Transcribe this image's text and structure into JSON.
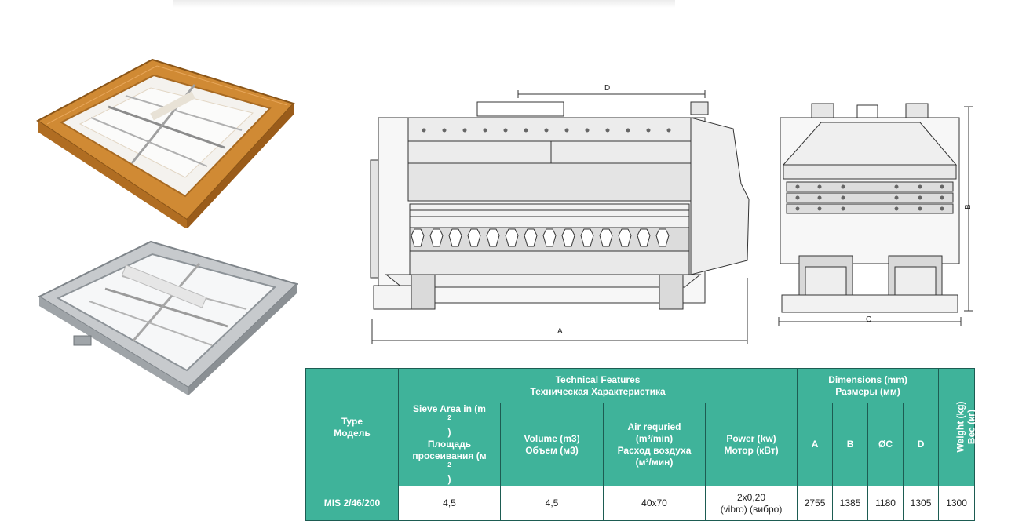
{
  "drawing": {
    "dim_a": "A",
    "dim_b": "B",
    "dim_c": "C",
    "dim_d": "D"
  },
  "table": {
    "header_type_en": "Type",
    "header_type_ru": "Модель",
    "header_tech_en": "Technical Features",
    "header_tech_ru": "Техническая Характеристика",
    "header_dims_en": "Dimensions (mm)",
    "header_dims_ru": "Размеры (мм)",
    "header_weight_en": "Weight (kg)",
    "header_weight_ru": "Вес (кг)",
    "col_sieve_1": "Sieve Area in (m",
    "col_sieve_1_sup": "2",
    "col_sieve_1_end": ")",
    "col_sieve_2": "Площадь",
    "col_sieve_3": "просеивания (м",
    "col_sieve_3_sup": "2",
    "col_sieve_3_end": ")",
    "col_volume_1": "Volume (m3)",
    "col_volume_2": "Объем (м3)",
    "col_air_1": "Air requried",
    "col_air_2": "(m³/min)",
    "col_air_3": "Расход воздуха",
    "col_air_4": "(м³/мин)",
    "col_power_1": "Power (kw)",
    "col_power_2": "Мотор (кВт)",
    "col_a": "A",
    "col_b": "B",
    "col_c": "ØC",
    "col_d": "D",
    "row": {
      "type": "MIS 2/46/200",
      "sieve_area": "4,5",
      "volume": "4,5",
      "air": "40x70",
      "power_1": "2x0,20",
      "power_2": "(vibro) (вибро)",
      "a": "2755",
      "b": "1385",
      "c": "1180",
      "d": "1305",
      "weight": "1300"
    }
  },
  "colors": {
    "table_header": "#3fb39a",
    "table_border": "#1d5c52",
    "wood_frame": "#c9862f",
    "metal_frame": "#c8ccd0"
  }
}
